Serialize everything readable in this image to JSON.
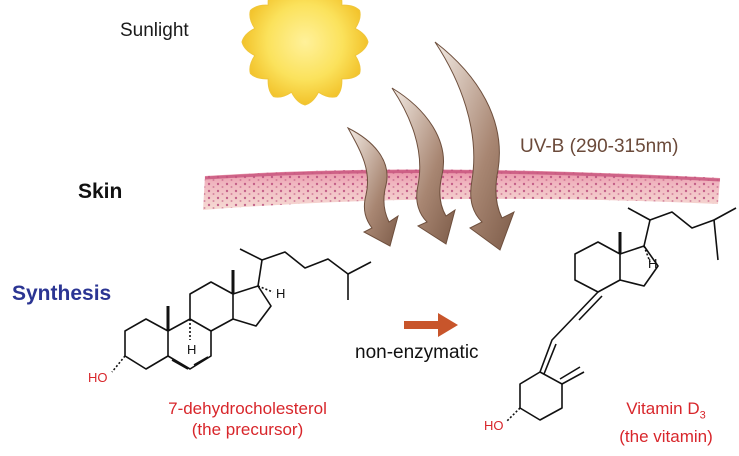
{
  "labels": {
    "sunlight": "Sunlight",
    "skin": "Skin",
    "synthesis": "Synthesis",
    "uvb": "UV-B (290-315nm)",
    "reaction": "non-enzymatic"
  },
  "precursor": {
    "name": "7-dehydrocholesterol",
    "subtitle": "(the precursor)",
    "atom_h1": "H",
    "atom_h2": "H",
    "hydroxyl": "HO"
  },
  "vitamin": {
    "name": "Vitamin D",
    "name_subscript": "3",
    "subtitle": "(the vitamin)",
    "atom_h": "H",
    "hydroxyl": "HO"
  },
  "colors": {
    "sun": "#f7d23a",
    "sun_core": "#fbe25c",
    "skin_top": "#f3c6c8",
    "skin_mid": "#e69aa9",
    "skin_dots": "#c25a84",
    "uv_arrow": "#9b7a66",
    "reaction_arrow": "#c8552b",
    "label_blue": "#2b3593",
    "label_red": "#d8262b"
  }
}
